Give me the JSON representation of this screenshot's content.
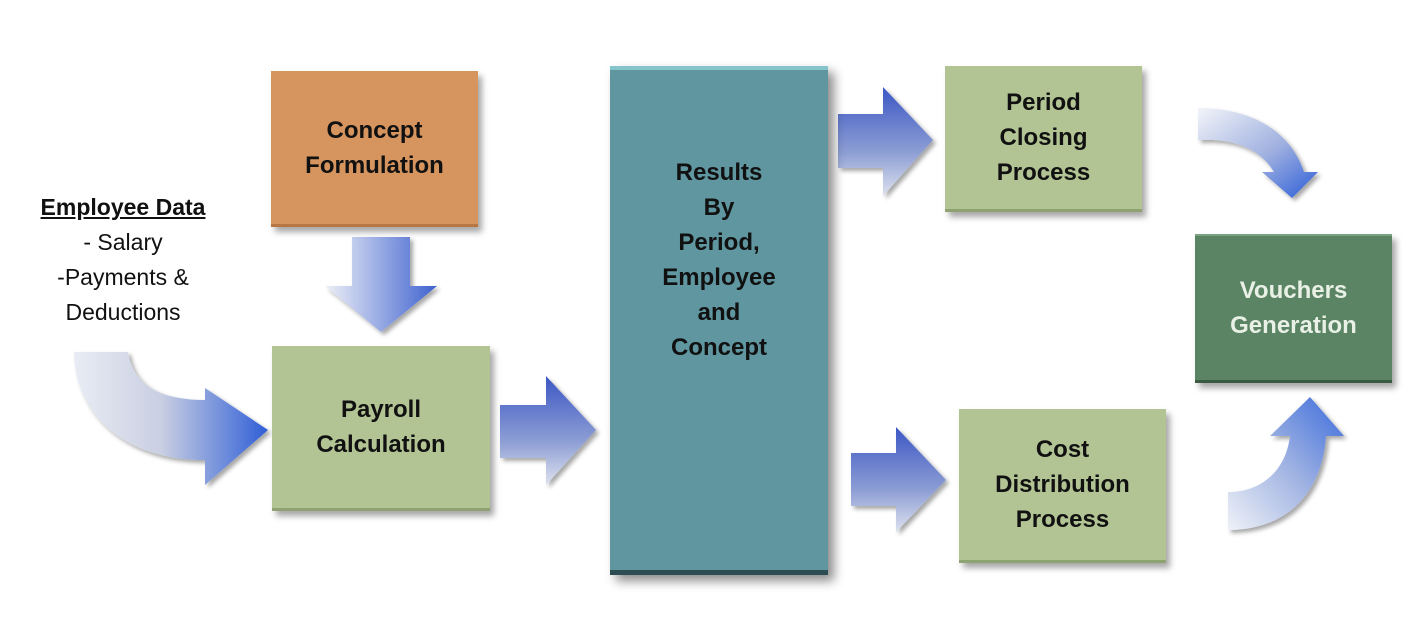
{
  "employee_data": {
    "heading": "Employee Data",
    "items": [
      "- Salary",
      "-Payments &",
      "Deductions"
    ]
  },
  "concept_formulation": {
    "lines": [
      "Concept",
      "Formulation"
    ]
  },
  "payroll_calculation": {
    "lines": [
      "Payroll",
      "Calculation"
    ]
  },
  "results": {
    "lines": [
      "Results",
      "By",
      "Period,",
      "Employee",
      "and",
      "Concept"
    ]
  },
  "period_closing": {
    "lines": [
      "Period",
      "Closing",
      "Process"
    ]
  },
  "cost_distribution": {
    "lines": [
      "Cost",
      "Distribution",
      "Process"
    ]
  },
  "vouchers_generation": {
    "lines": [
      "Vouchers",
      "Generation"
    ]
  },
  "colors": {
    "process_box": "#b2c494",
    "concept_box": "#d6945f",
    "results_box": "#5f96a0",
    "vouchers_box": "#5a8463",
    "arrow_dark": "#3d5fcc",
    "arrow_light": "#e6eaf5"
  }
}
